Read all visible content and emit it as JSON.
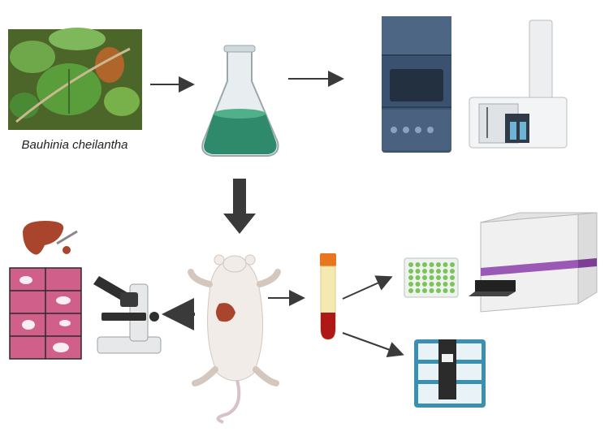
{
  "plant": {
    "species_label": "Bauhinia cheilantha",
    "icon": "plant-leaves-photo"
  },
  "colors": {
    "flask_liquid": "#2e8a6b",
    "instrument_blue": "#3f5672",
    "arrow": "#3a3a3a",
    "liver": "#a8452c",
    "blood": "#b01818",
    "plate_well": "#7cc45a",
    "reader_stripe": "#9b59b6",
    "analyzer_teal": "#3b8fb0",
    "histology": "#d05f8a"
  },
  "icons": [
    "plant-photo",
    "erlenmeyer-flask-icon",
    "hplc-system-icon",
    "mass-spectrometer-icon",
    "liver-biopsy-icon",
    "histology-slides-icon",
    "microscope-icon",
    "rat-icon",
    "blood-tube-icon",
    "microplate-icon",
    "plate-reader-icon",
    "biochemistry-analyzer-icon"
  ]
}
